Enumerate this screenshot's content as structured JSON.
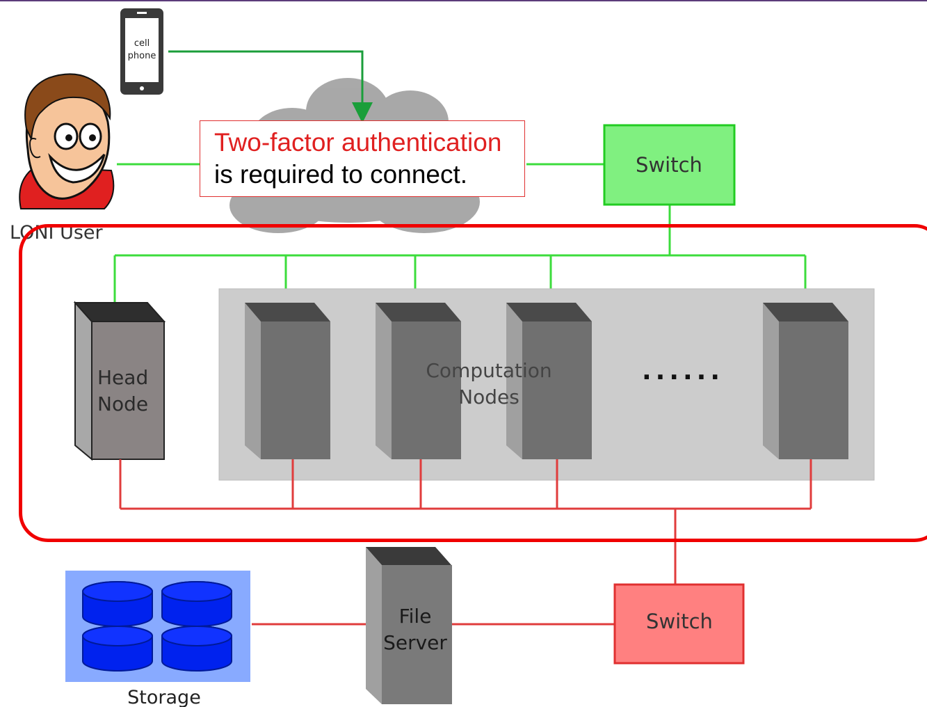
{
  "colors": {
    "accent_green": "#22cc22",
    "accent_red": "#e03c3c",
    "auth_red": "#e02020",
    "frame_red": "#f00000",
    "storage_blue": "#0022ee",
    "storage_bg": "#88aaff"
  },
  "phone": {
    "label_line1": "cell",
    "label_line2": "phone",
    "icon": "cell-phone-icon"
  },
  "user": {
    "label": "LONI User",
    "icon": "cartoon-user-icon"
  },
  "auth_note": {
    "line1": "Two-factor authentication",
    "line2": "is required to connect."
  },
  "switch_top": {
    "label": "Switch"
  },
  "switch_bottom": {
    "label": "Switch"
  },
  "head_node": {
    "line1": "Head",
    "line2": "Node"
  },
  "computation": {
    "line1": "Computation",
    "line2": "Nodes",
    "ellipsis": "......"
  },
  "file_server": {
    "line1": "File",
    "line2": "Server"
  },
  "storage": {
    "label": "Storage",
    "icon": "disk-array-icon"
  }
}
